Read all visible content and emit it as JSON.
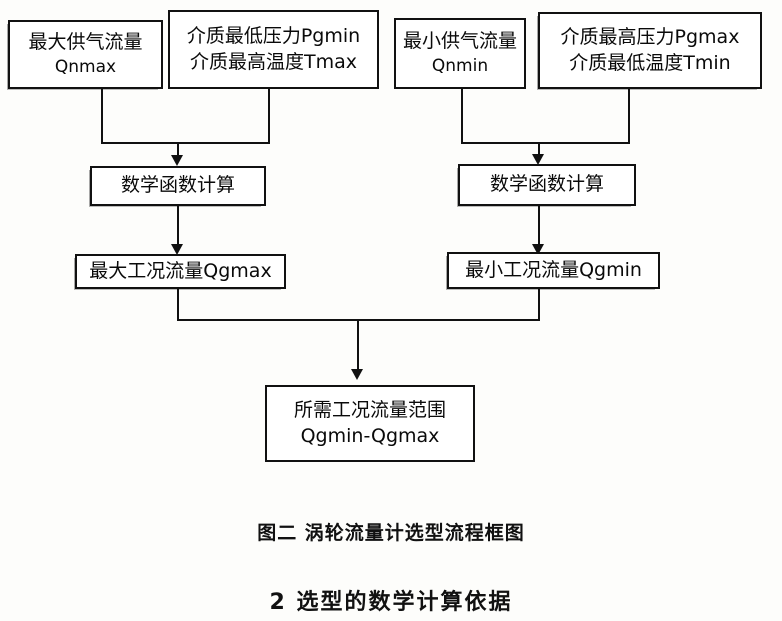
{
  "document": {
    "caption": "图二  涡轮流量计选型流程框图",
    "section_heading": "2  选型的数学计算依据"
  },
  "flowchart": {
    "title": "涡轮流量计选型流程框图",
    "nodes": {
      "input_max_flow": {
        "line1": "最大供气流量",
        "line2": "Qnmax"
      },
      "input_min_pressure_max_temp": {
        "line1": "介质最低压力Pgmin",
        "line2": "介质最高温度Tmax"
      },
      "input_min_flow": {
        "line1": "最小供气流量",
        "line2": "Qnmin"
      },
      "input_max_pressure_min_temp": {
        "line1": "介质最高压力Pgmax",
        "line2": "介质最低温度Tmin"
      },
      "calc_left": {
        "line1": "数学函数计算"
      },
      "calc_right": {
        "line1": "数学函数计算"
      },
      "result_max": {
        "line1": "最大工况流量Qgmax"
      },
      "result_min": {
        "line1": "最小工况流量Qgmin"
      },
      "result_range": {
        "line1": "所需工况流量范围",
        "line2": "Qgmin-Qgmax"
      }
    },
    "colors": {
      "ink": "#111111",
      "paper": "#fdfdfb"
    }
  }
}
